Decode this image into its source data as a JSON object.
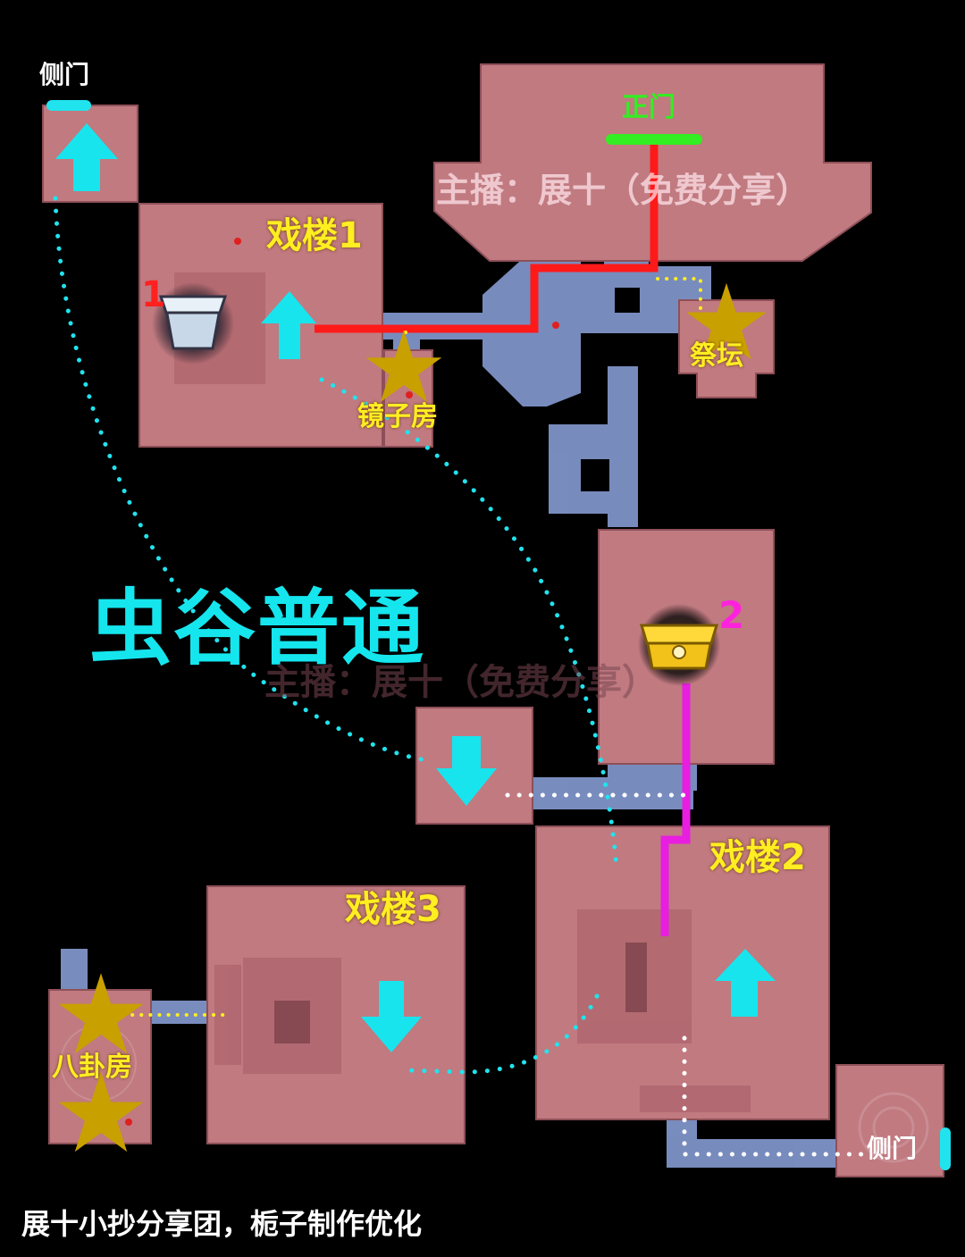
{
  "map": {
    "title": "虫谷普通",
    "streamer_watermark": "主播：展十（免费分享）",
    "footer": "展十小抄分享团，栀子制作优化",
    "labels": {
      "side_door_top": "侧门",
      "main_gate": "正门",
      "stage1": "戏楼1",
      "stage2": "戏楼2",
      "stage3": "戏楼3",
      "mirror_room": "镜子房",
      "altar": "祭坛",
      "bagua_room": "八卦房",
      "side_door_bottom": "侧门",
      "marker_1": "1",
      "marker_2": "2"
    },
    "icons": [
      "up-arrow-icon",
      "down-arrow-icon",
      "star-icon",
      "chest-icon"
    ],
    "colors": {
      "room": "#c07a80",
      "corridor": "#7f93c8",
      "route_red": "#ff1a1a",
      "route_magenta": "#e81ee0",
      "route_cyan": "#21e3ee",
      "route_yellow": "#ffee22",
      "route_white": "#ffffff",
      "gate_green": "#33ee22",
      "arrow_cyan": "#18e4ee",
      "star_yellow": "#ffe81a"
    }
  }
}
